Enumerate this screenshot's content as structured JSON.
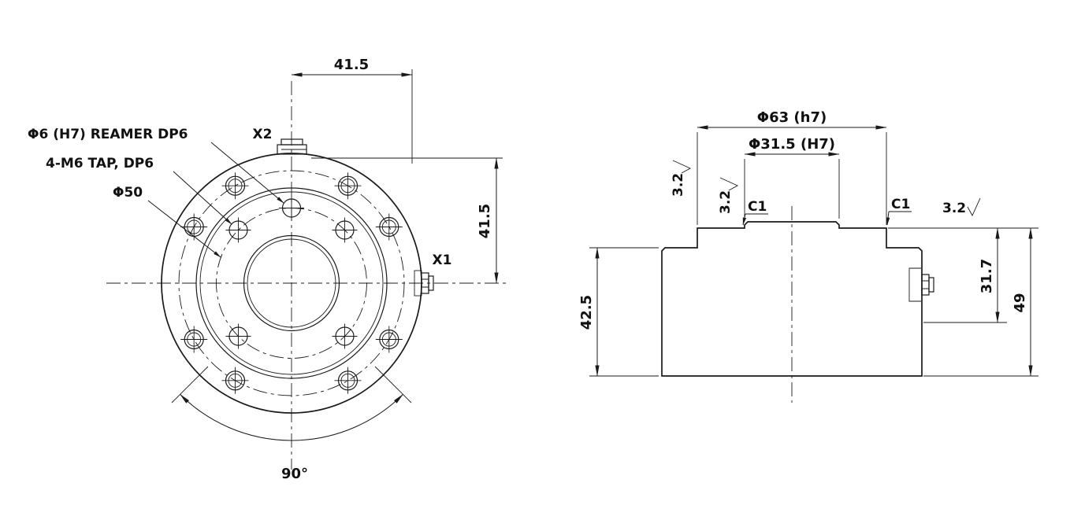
{
  "front_view": {
    "note_reamer": "Φ6 (H7) REAMER DP6",
    "note_tap": "4-M6 TAP, DP6",
    "bolt_circle": "Φ50",
    "connector_top_label": "X2",
    "connector_side_label": "X1",
    "dim_top": "41.5",
    "dim_right": "41.5",
    "dim_angle": "90°"
  },
  "side_view": {
    "dim_outer_dia": "Φ63 (h7)",
    "dim_boss_dia": "Φ31.5 (H7)",
    "finish_left_outer": "3.2",
    "finish_left_inner": "3.2",
    "finish_right": "3.2",
    "chamfer_left": "C1",
    "chamfer_right": "C1",
    "dim_body_height": "42.5",
    "dim_step_height": "31.7",
    "dim_total_height": "49"
  }
}
